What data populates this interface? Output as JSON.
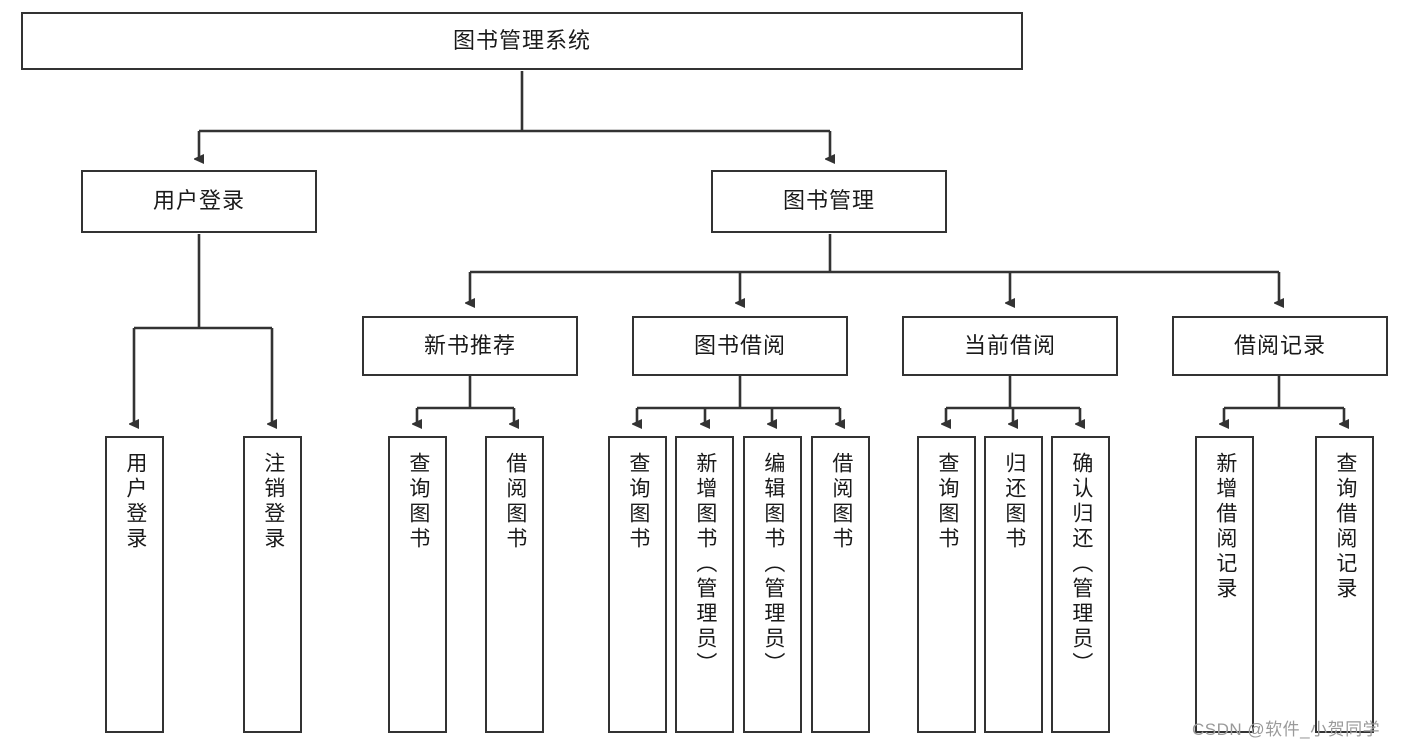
{
  "diagram": {
    "type": "tree-hierarchy",
    "title": "图书管理系统",
    "watermark": "CSDN @软件_小贺同学",
    "colors": {
      "box_border": "#333333",
      "box_fill": "#ffffff",
      "connector": "#333333",
      "text": "#1a1a1a",
      "watermark": "#9a9a9a"
    },
    "levels": {
      "root": {
        "label": "图书管理系统"
      },
      "level2": [
        {
          "label": "用户登录"
        },
        {
          "label": "图书管理"
        }
      ],
      "level3": [
        {
          "label": "新书推荐"
        },
        {
          "label": "图书借阅"
        },
        {
          "label": "当前借阅"
        },
        {
          "label": "借阅记录"
        }
      ],
      "leaves": {
        "user_login": [
          {
            "label": "用户登录"
          },
          {
            "label": "注销登录"
          }
        ],
        "new_book_recommend": [
          {
            "label": "查询图书"
          },
          {
            "label": "借阅图书"
          }
        ],
        "book_borrow": [
          {
            "label": "查询图书"
          },
          {
            "label": "新增图书（管理员）"
          },
          {
            "label": "编辑图书（管理员）"
          },
          {
            "label": "借阅图书"
          }
        ],
        "current_borrow": [
          {
            "label": "查询图书"
          },
          {
            "label": "归还图书"
          },
          {
            "label": "确认归还（管理员）"
          }
        ],
        "borrow_record": [
          {
            "label": "新增借阅记录"
          },
          {
            "label": "查询借阅记录"
          }
        ]
      }
    }
  }
}
